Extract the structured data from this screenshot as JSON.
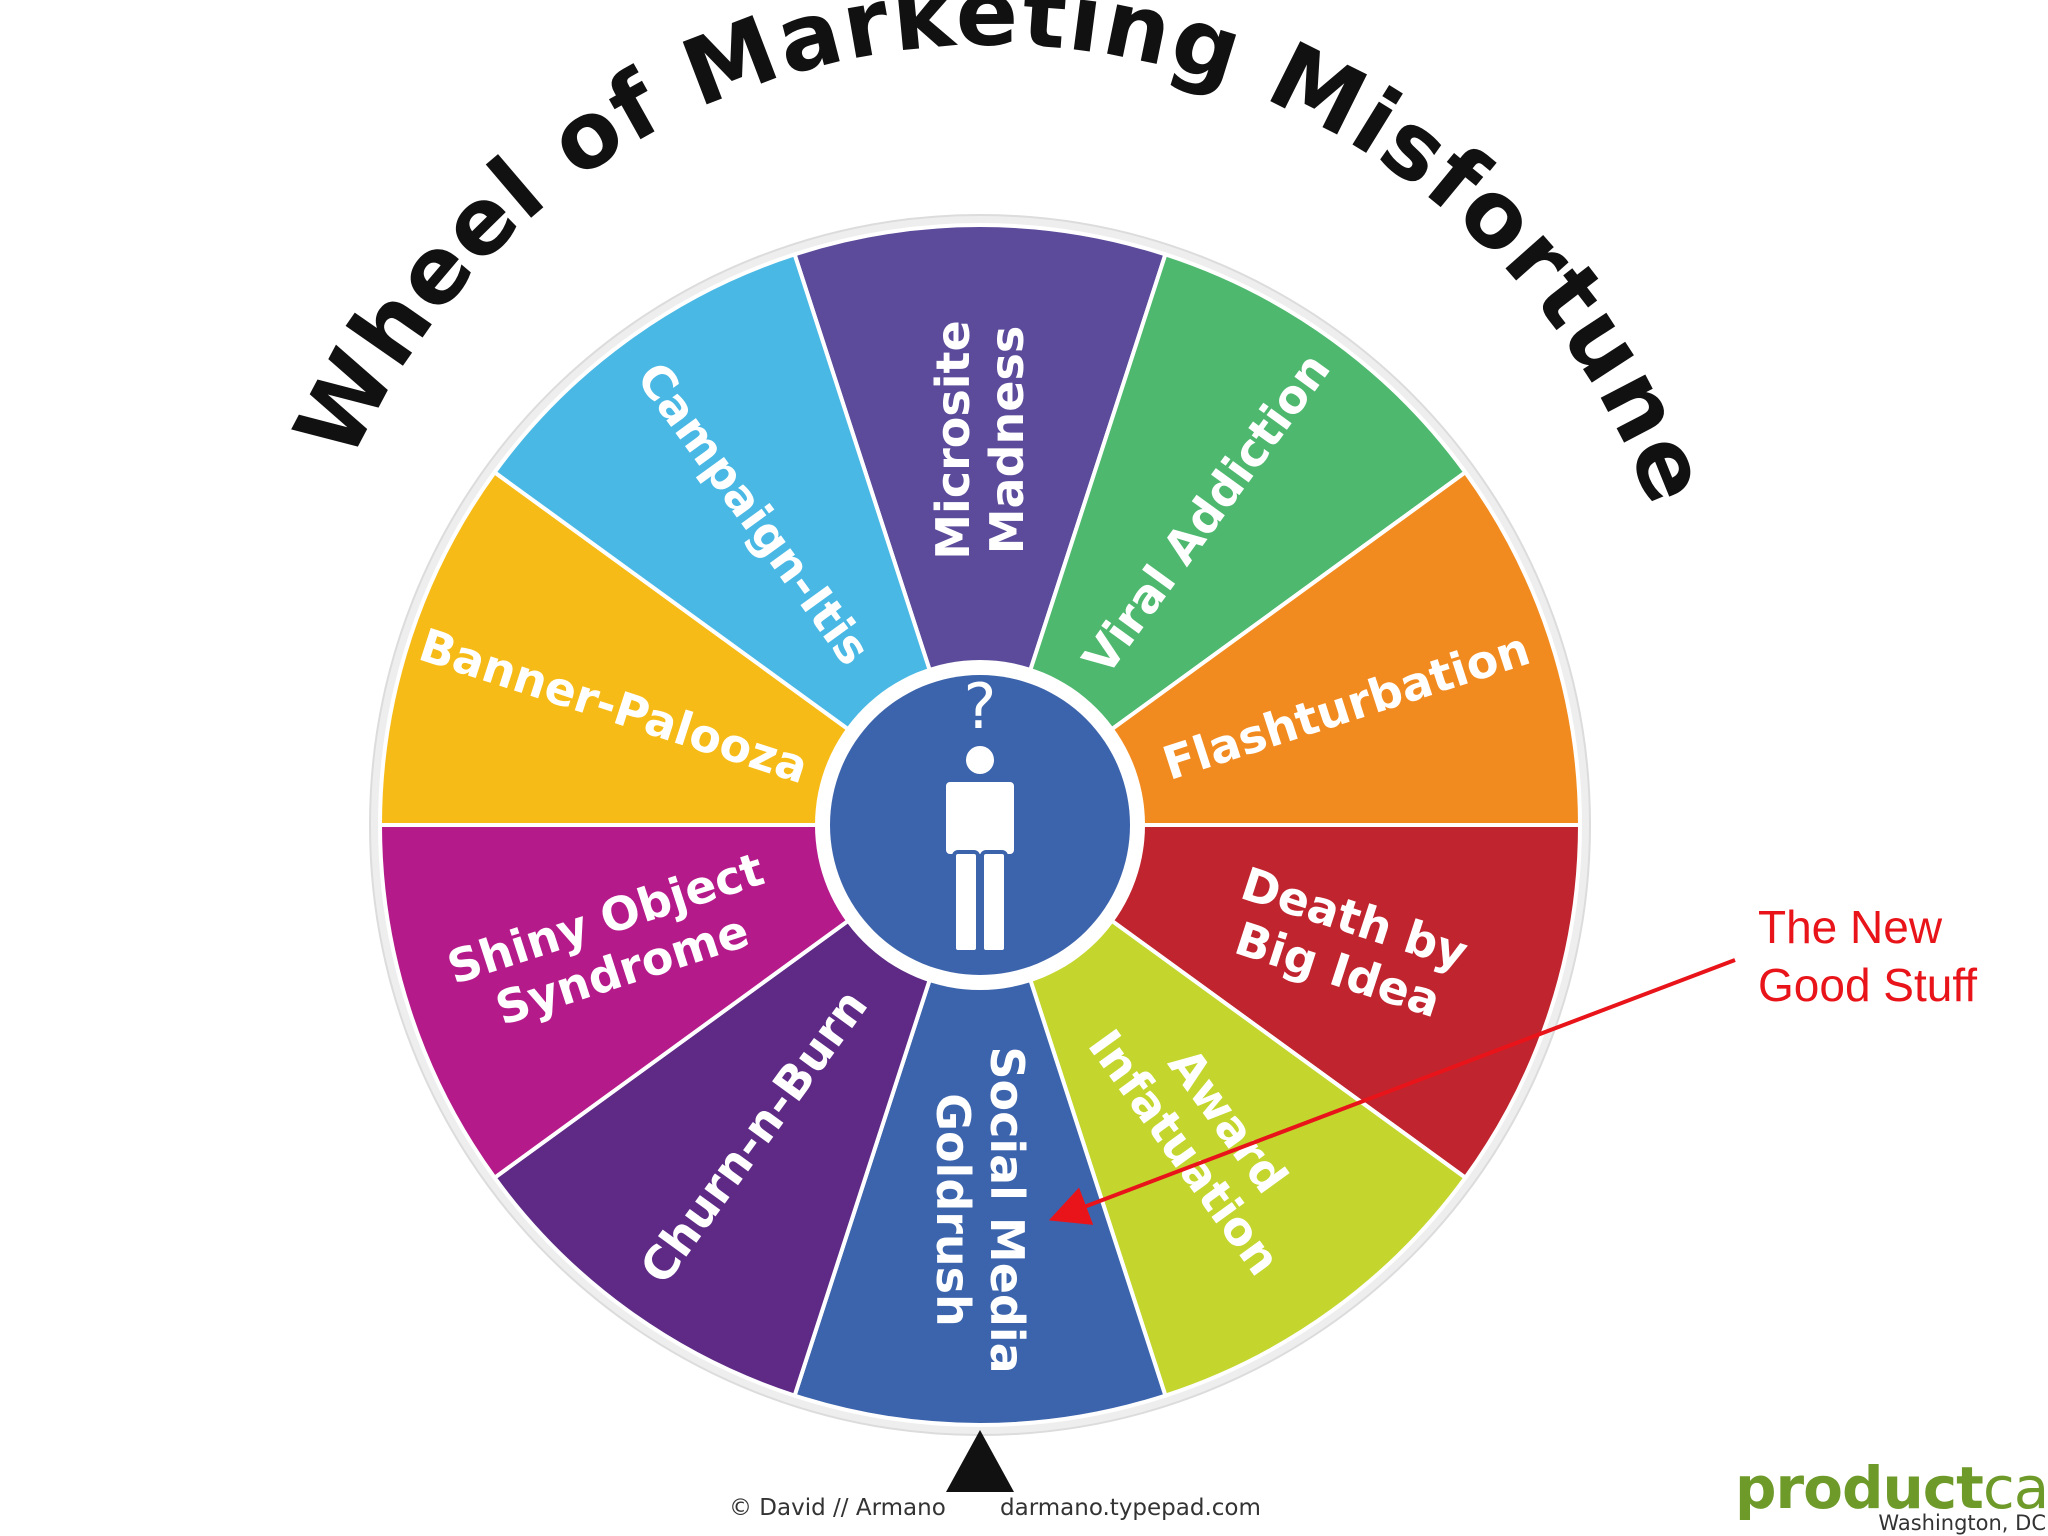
{
  "title": "Wheel of Marketing Misfortune",
  "segments": [
    {
      "label_lines": [
        "Microsite",
        "Madness"
      ],
      "color": "#5c4b9b"
    },
    {
      "label_lines": [
        "Viral Addiction"
      ],
      "color": "#4db86e"
    },
    {
      "label_lines": [
        "Flashturbation"
      ],
      "color": "#f28b1f"
    },
    {
      "label_lines": [
        "Death by",
        "Big Idea"
      ],
      "color": "#c0242e"
    },
    {
      "label_lines": [
        "Award",
        "Infatuation"
      ],
      "color": "#c4d62e"
    },
    {
      "label_lines": [
        "Social Media",
        "Goldrush"
      ],
      "color": "#3c64ad"
    },
    {
      "label_lines": [
        "Churn-n-Burn"
      ],
      "color": "#5e2a86"
    },
    {
      "label_lines": [
        "Shiny Object",
        "Syndrome"
      ],
      "color": "#b51a8a"
    },
    {
      "label_lines": [
        "Banner-Palooza"
      ],
      "color": "#f7bb17"
    },
    {
      "label_lines": [
        "Campaign-Itis"
      ],
      "color": "#4ab8e4"
    }
  ],
  "hub": {
    "symbol": "?",
    "color": "#3c64ad"
  },
  "annotation": {
    "lines": [
      "The New",
      "Good Stuff"
    ],
    "color": "#e8141a"
  },
  "credit": {
    "left": "© David // Armano",
    "right": "darmano.typepad.com"
  },
  "logo": {
    "bold": "product",
    "light": "camp",
    "city": "Washington, DC"
  }
}
